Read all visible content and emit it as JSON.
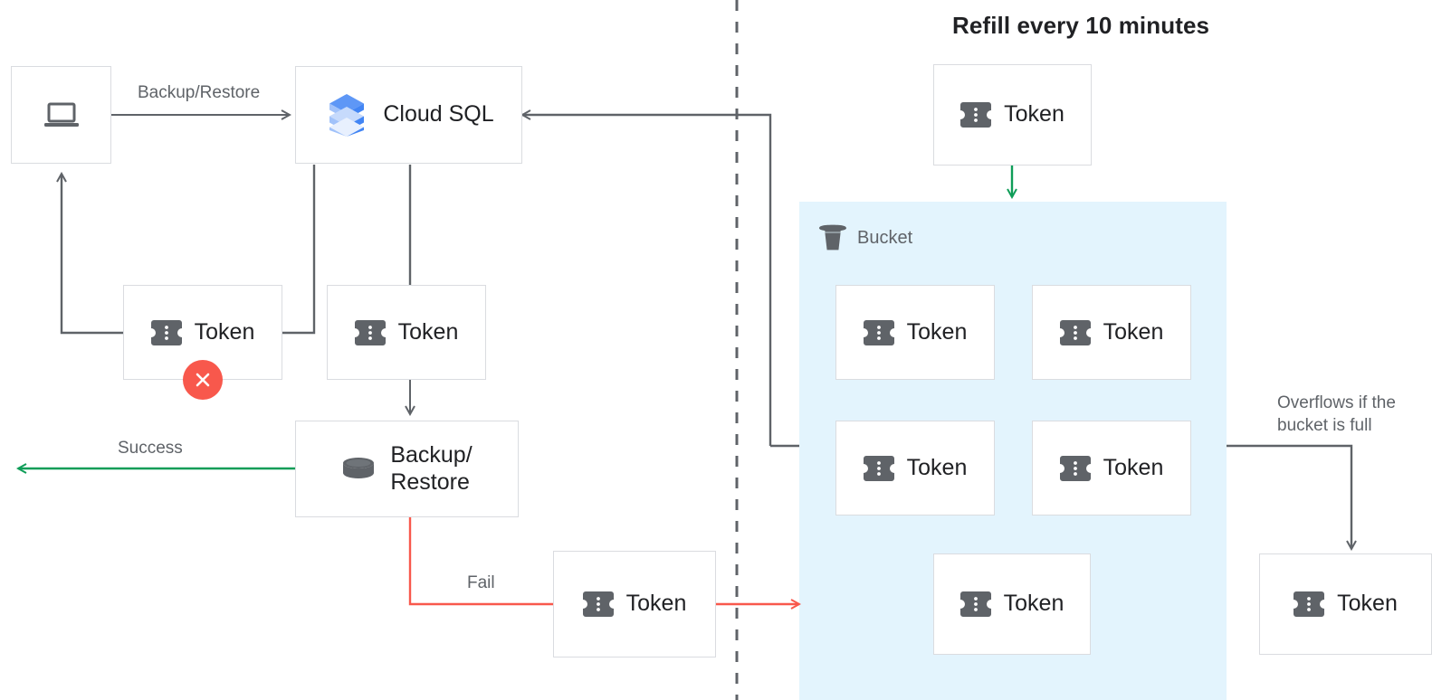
{
  "title": "Refill every 10 minutes",
  "nodes": {
    "client": {
      "label": "",
      "icon": "laptop-icon"
    },
    "cloudsql": {
      "label": "Cloud SQL",
      "icon": "cloud-sql-icon"
    },
    "token_left": {
      "label": "Token",
      "icon": "token-icon",
      "badge": "error-x-badge"
    },
    "token_mid": {
      "label": "Token",
      "icon": "token-icon"
    },
    "backup_restore": {
      "label": "Backup/\nRestore",
      "icon": "database-icon"
    },
    "token_fail": {
      "label": "Token",
      "icon": "token-icon"
    },
    "token_refill": {
      "label": "Token",
      "icon": "token-icon"
    },
    "token_overflow": {
      "label": "Token",
      "icon": "token-icon"
    }
  },
  "bucket": {
    "label": "Bucket",
    "icon": "bucket-icon",
    "tokens": [
      {
        "label": "Token"
      },
      {
        "label": "Token"
      },
      {
        "label": "Token"
      },
      {
        "label": "Token"
      },
      {
        "label": "Token"
      }
    ]
  },
  "edges": {
    "backup_restore": "Backup/Restore",
    "success": "Success",
    "fail": "Fail",
    "overflow": "Overflows if the\nbucket is full"
  },
  "colors": {
    "accent_blue": "#4285f4",
    "panel_blue": "#e3f4fd",
    "success_green": "#0f9d58",
    "fail_red": "#f8584c",
    "wire_gray": "#5f6368",
    "border_gray": "#dadce0",
    "icon_gray": "#5f6368",
    "text_dark": "#202124",
    "text_muted": "#5f6368"
  }
}
